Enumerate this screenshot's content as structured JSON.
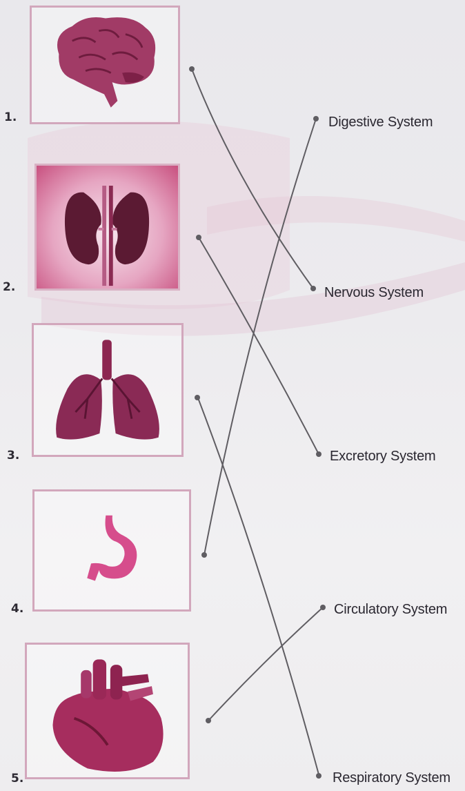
{
  "items": [
    {
      "number": "1.",
      "icon": "brain-icon"
    },
    {
      "number": "2.",
      "icon": "kidneys-icon"
    },
    {
      "number": "3.",
      "icon": "lungs-icon"
    },
    {
      "number": "4.",
      "icon": "stomach-icon"
    },
    {
      "number": "5.",
      "icon": "heart-icon"
    }
  ],
  "systems": [
    "Digestive System",
    "Nervous System",
    "Excretory System",
    "Circulatory System",
    "Respiratory System"
  ],
  "colors": {
    "organ": "#9c2a5c",
    "organ_dark": "#5e1433",
    "frame": "#d2a7bc",
    "pencil": "#5f5d62"
  }
}
